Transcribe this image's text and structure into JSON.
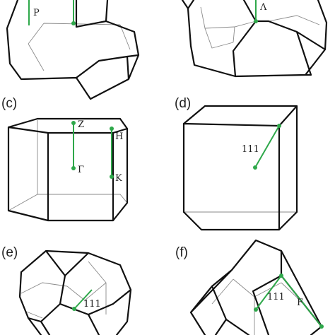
{
  "panels": [
    {
      "id": "a",
      "label": "",
      "points": [
        "P"
      ]
    },
    {
      "id": "b",
      "label": "",
      "points": [
        "Λ"
      ]
    },
    {
      "id": "c",
      "label": "(c)",
      "points": [
        "Z",
        "Γ",
        "H",
        "K"
      ]
    },
    {
      "id": "d",
      "label": "(d)",
      "points": [
        "111"
      ]
    },
    {
      "id": "e",
      "label": "(e)",
      "points": [
        "111"
      ]
    },
    {
      "id": "f",
      "label": "(f)",
      "points": [
        "111",
        "F"
      ]
    }
  ],
  "colors": {
    "path": "#2ea84a",
    "edge": "#111111",
    "hidden_edge": "#8a8a8a"
  }
}
